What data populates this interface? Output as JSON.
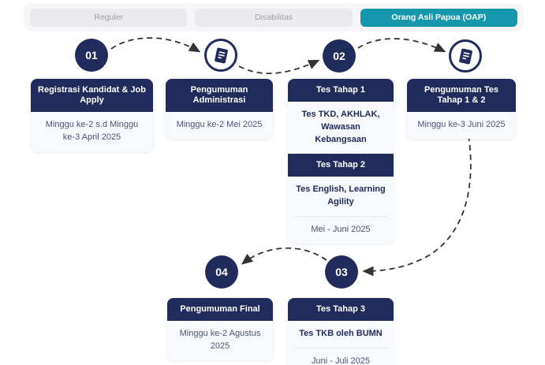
{
  "tabs": {
    "items": [
      {
        "label": "Reguler",
        "active": false
      },
      {
        "label": "Disabilitas",
        "active": false
      },
      {
        "label": "Orang Asli Papua (OAP)",
        "active": true
      }
    ]
  },
  "steps": {
    "step1_number": "01",
    "step2_number": "02",
    "step3_number": "03",
    "step4_number": "04"
  },
  "cards": {
    "registration": {
      "title": "Registrasi Kandidat & Job Apply",
      "date": "Minggu ke-2 s.d Minggu ke-3 April 2025"
    },
    "admin_announcement": {
      "title": "Pengumuman Administrasi",
      "date": "Minggu ke-2 Mei 2025"
    },
    "test_stage_1_2": {
      "title1": "Tes Tahap 1",
      "detail1": "Tes TKD, AKHLAK, Wawasan Kebangsaan",
      "title2": "Tes Tahap 2",
      "detail2": "Tes English, Learning Agility",
      "date": "Mei - Juni 2025"
    },
    "announcement_1_2": {
      "title": "Pengumuman Tes Tahap 1 & 2",
      "date": "Minggu ke-3 Juni 2025"
    },
    "final_announcement": {
      "title": "Pengumuman Final",
      "date": "Minggu ke-2 Agustus 2025"
    },
    "test_stage_3": {
      "title": "Tes Tahap 3",
      "detail": "Tes TKB oleh BUMN",
      "date": "Juni - Juli 2025"
    }
  },
  "colors": {
    "navy": "#222c5c",
    "teal": "#1697ac",
    "card_body_bg": "#f8f9fd",
    "arrow": "#333333"
  }
}
